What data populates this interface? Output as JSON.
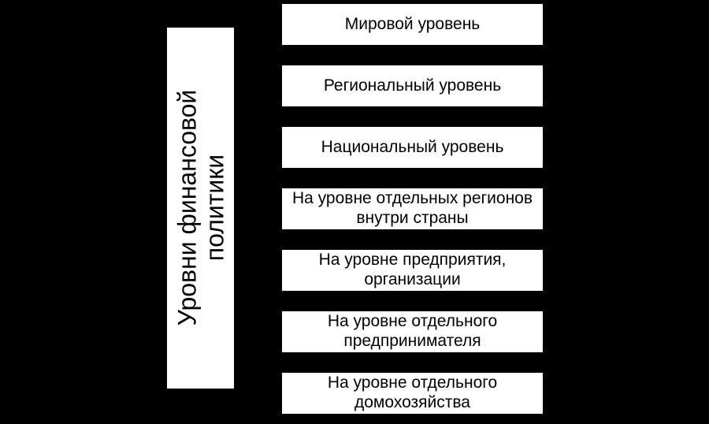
{
  "diagram": {
    "colors": {
      "background": "#000000",
      "box_fill": "#ffffff",
      "text": "#000000"
    },
    "side_label": "Уровни финансовой политики",
    "levels": [
      "Мировой уровень",
      "Региональный уровень",
      "Национальный уровень",
      "На уровне отдельных регионов внутри страны",
      "На уровне предприятия, организации",
      "На уровне отдельного предпринимателя",
      "На уровне отдельного домохозяйства"
    ]
  }
}
